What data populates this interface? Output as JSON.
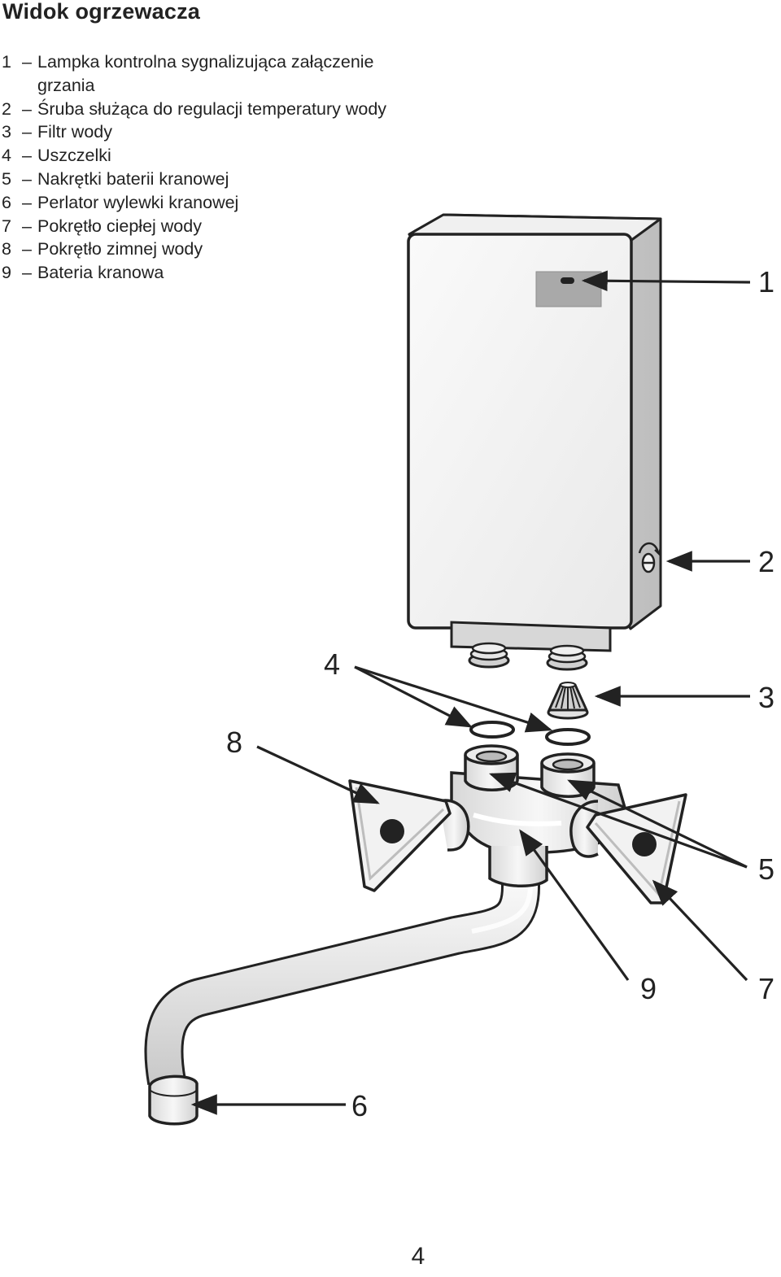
{
  "title": "Widok ogrzewacza",
  "legend": [
    {
      "num": "1",
      "dash": "–",
      "text": "Lampka kontrolna sygnalizująca załączenie grzania"
    },
    {
      "num": "2",
      "dash": "–",
      "text": "Śruba służąca do regulacji temperatury wody"
    },
    {
      "num": "3",
      "dash": "–",
      "text": "Filtr wody"
    },
    {
      "num": "4",
      "dash": "–",
      "text": "Uszczelki"
    },
    {
      "num": "5",
      "dash": "–",
      "text": "Nakrętki baterii kranowej"
    },
    {
      "num": "6",
      "dash": "–",
      "text": "Perlator wylewki kranowej"
    },
    {
      "num": "7",
      "dash": "–",
      "text": "Pokrętło ciepłej wody"
    },
    {
      "num": "8",
      "dash": "–",
      "text": "Pokrętło zimnej wody"
    },
    {
      "num": "9",
      "dash": "–",
      "text": "Bateria kranowa"
    }
  ],
  "callouts": [
    "1",
    "2",
    "3",
    "4",
    "5",
    "6",
    "7",
    "8",
    "9"
  ],
  "page_number": "4",
  "colors": {
    "ink": "#222222",
    "housing": "#f4f4f4",
    "shadow": "#cfcfcf",
    "lamp_panel": "#a9a9a9"
  }
}
